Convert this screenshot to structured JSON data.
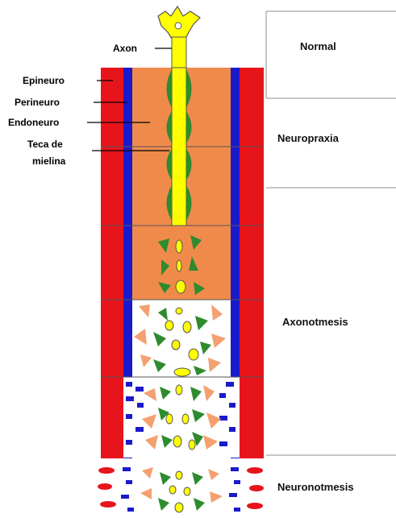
{
  "labels": {
    "axon": "Axon",
    "epineuro": "Epineuro",
    "perineuro": "Perineuro",
    "endoneuro": "Endoneuro",
    "teca_line1": "Teca de",
    "teca_line2": "mielina"
  },
  "stages": {
    "normal": "Normal",
    "neuropraxia": "Neuropraxia",
    "axonotmesis": "Axonotmesis",
    "neuronotmesis": "Neuronotmesis"
  },
  "colors": {
    "epineuro": "#e8141b",
    "perineuro": "#1a1acc",
    "endoneuro": "#f08a4b",
    "axon": "#ffff00",
    "myelin": "#2e8b2e",
    "fragment_orange": "#f4a070",
    "lines": "#8c8c8c"
  }
}
